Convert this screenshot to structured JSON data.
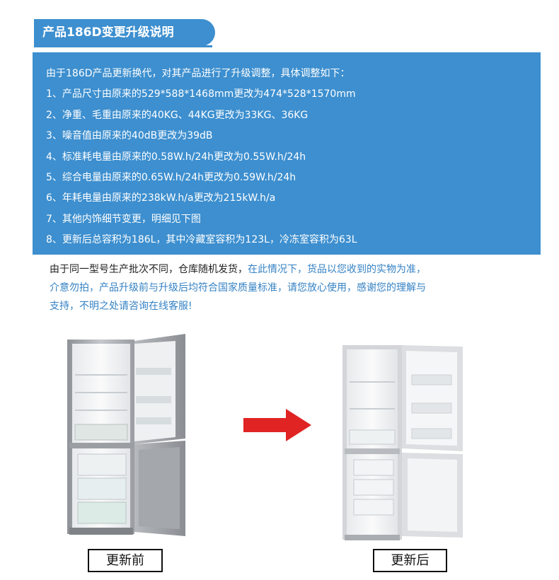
{
  "title": "产品186D变更升级说明",
  "info": {
    "intro": "由于186D产品更新换代，对其产品进行了升级调整，具体调整如下：",
    "items": [
      "1、产品尺寸由原来的529*588*1468mm更改为474*528*1570mm",
      "2、净重、毛重由原来的40KG、44KG更改为33KG、36KG",
      "3、噪音值由原来的40dB更改为39dB",
      "4、标准耗电量由原来的0.58W.h/24h更改为0.55W.h/24h",
      "5、综合电量由原来的0.65W.h/24h更改为0.59W.h/24h",
      "6、年耗电量由原来的238kW.h/a更改为215kW.h/a",
      "7、其他内饰细节变更，明细见下图",
      "8、更新后总容积为186L，其中冷藏室容积为123L，冷冻室容积为63L"
    ]
  },
  "notice": {
    "dark_part": "由于同一型号生产批次不同，仓库随机发货，",
    "blue_part_1": "在此情况下，货品以您收到的实物为准，",
    "blue_part_2": "介意勿拍，产品升级前与升级后均符合国家质量标准，请您放心使用，感谢您的理解与",
    "blue_part_3": "支持，不明之处请咨询在线客服!"
  },
  "labels": {
    "before": "更新前",
    "after": "更新后"
  },
  "colors": {
    "accent_blue": "#3d8fcf",
    "notice_blue": "#3582c4",
    "arrow_red": "#e02424"
  },
  "icons": {
    "arrow": "right-arrow-icon"
  }
}
